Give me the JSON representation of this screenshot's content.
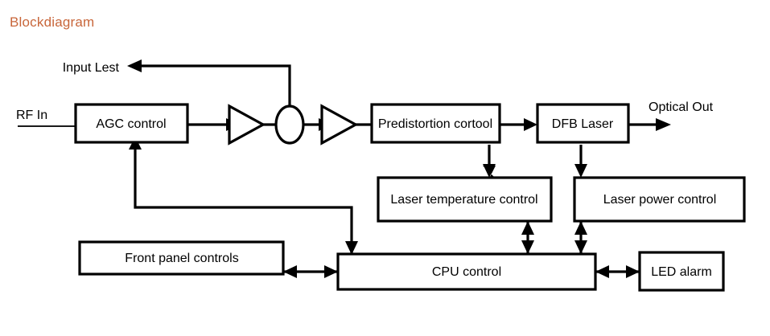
{
  "title": "Blockdiagram",
  "title_color": "#c8663a",
  "background_color": "#ffffff",
  "line_color": "#000000",
  "io_labels": {
    "rf_in": "RF In",
    "input_test": "Input Lest",
    "optical_out": "Optical Out"
  },
  "blocks": {
    "agc": "AGC control",
    "predistortion": "Predistortion cortool",
    "dfb_laser": "DFB Laser",
    "laser_temperature": "Laser temperature control",
    "laser_power": "Laser power control",
    "front_panel": "Front panel controls",
    "cpu": "CPU control",
    "led_alarm": "LED alarm"
  },
  "shapes": {
    "amplifier_1": "amplifier-triangle",
    "amplifier_2": "amplifier-triangle",
    "tap_coupler": "ellipse-coupler"
  },
  "connections": [
    {
      "from": "rf-in",
      "to": "agc",
      "type": "line"
    },
    {
      "from": "agc",
      "to": "amplifier-1",
      "type": "arrow"
    },
    {
      "from": "amplifier-1",
      "to": "tap-coupler",
      "type": "line"
    },
    {
      "from": "tap-coupler",
      "to": "input-test",
      "type": "arrow"
    },
    {
      "from": "tap-coupler",
      "to": "amplifier-2",
      "type": "arrow"
    },
    {
      "from": "amplifier-2",
      "to": "predistortion",
      "type": "line"
    },
    {
      "from": "predistortion",
      "to": "dfb-laser",
      "type": "arrow"
    },
    {
      "from": "dfb-laser",
      "to": "optical-out",
      "type": "arrow"
    },
    {
      "from": "predistortion",
      "to": "laser-temperature",
      "type": "arrow"
    },
    {
      "from": "dfb-laser",
      "to": "laser-power",
      "type": "arrow"
    },
    {
      "from": "laser-temperature",
      "to": "cpu",
      "type": "double-arrow"
    },
    {
      "from": "laser-power",
      "to": "cpu",
      "type": "double-arrow"
    },
    {
      "from": "front-panel",
      "to": "cpu",
      "type": "double-arrow"
    },
    {
      "from": "cpu",
      "to": "led-alarm",
      "type": "double-arrow"
    },
    {
      "from": "cpu",
      "to": "agc",
      "type": "arrow"
    },
    {
      "from": "dfb-laser",
      "to": "cpu",
      "type": "arrow"
    },
    {
      "from": "laser-power",
      "to": "cpu",
      "type": "arrow"
    }
  ]
}
